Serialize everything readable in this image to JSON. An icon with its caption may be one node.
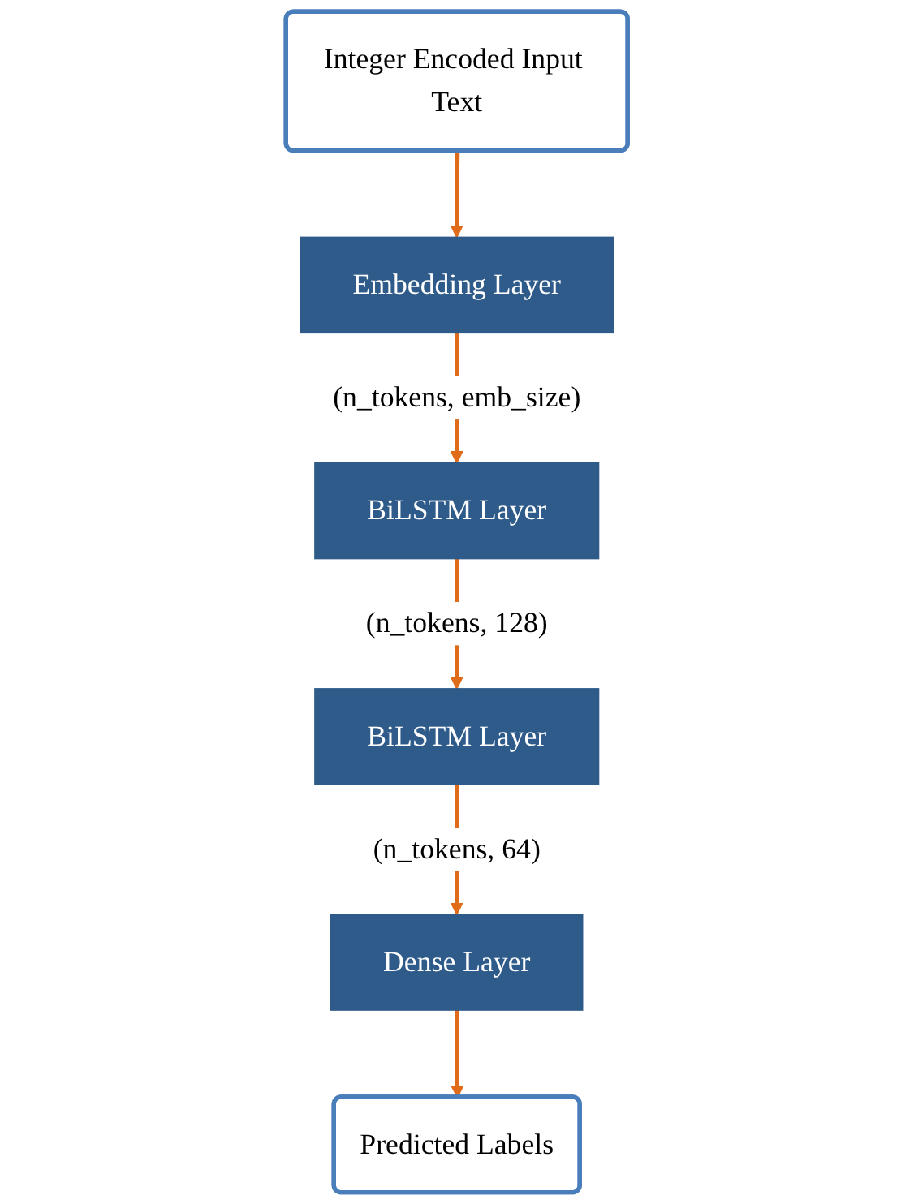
{
  "diagram": {
    "nodes": [
      {
        "text": [
          "Integer Encoded Input Text"
        ]
      },
      {
        "text": [
          "Embedding  Layer"
        ]
      },
      {
        "text": [
          "BiLSTM  Layer"
        ]
      },
      {
        "text": [
          "BiLSTM  Layer"
        ]
      },
      {
        "text": [
          "Dense Layer"
        ]
      },
      {
        "text": [
          "Predicted Labels"
        ]
      }
    ],
    "edges": [
      {
        "from": 0,
        "to": 1,
        "arrow": "to"
      },
      {
        "from": 1,
        "to": 2,
        "arrow": "to",
        "label": "(n_tokens, emb_size)"
      },
      {
        "from": 2,
        "to": 3,
        "arrow": "to",
        "label": "(n_tokens, 128)"
      },
      {
        "from": 3,
        "to": 4,
        "arrow": "to",
        "label": "(n_tokens, 64)"
      },
      {
        "from": 4,
        "to": 5,
        "arrow": "to"
      }
    ]
  }
}
